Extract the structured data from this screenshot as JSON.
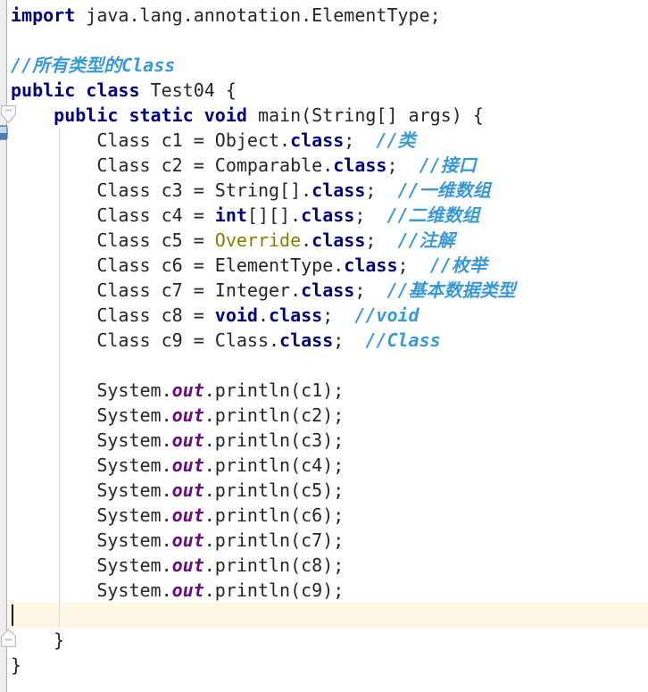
{
  "app": {
    "kind": "code-editor",
    "file_language": "Java"
  },
  "colors": {
    "keyword": "#000080",
    "plain": "#262626",
    "comment": "#3899D4",
    "annotation": "#808000",
    "static_field": "#660E7A",
    "caret_line_bg": "#FCF8E5",
    "editor_bg": "#FFFFFF",
    "gutter_bg": "#EFEFEF",
    "gutter_border": "#B0B0B0",
    "indent_guide": "#D8D8D8"
  },
  "editor": {
    "caret_line_index": 24,
    "caret_column": 0
  },
  "icons": {
    "fold_start": "fold-collapse-down-arrow",
    "fold_end": "fold-collapse-up-arrow",
    "gutter_marker": "blue-gutter-marker"
  },
  "code": {
    "lines": [
      {
        "tokens": [
          {
            "text": "import",
            "style": "kw"
          },
          {
            "text": " java.lang.annotation.ElementType;",
            "style": "pln"
          }
        ]
      },
      {
        "tokens": []
      },
      {
        "tokens": [
          {
            "text": "//所有类型的Class",
            "style": "cmt"
          }
        ]
      },
      {
        "tokens": [
          {
            "text": "public class",
            "style": "kw"
          },
          {
            "text": " Test04 {",
            "style": "pln"
          }
        ]
      },
      {
        "tokens": [
          {
            "text": "    ",
            "style": "pln"
          },
          {
            "text": "public static void",
            "style": "kw"
          },
          {
            "text": " main(String[] args) {",
            "style": "pln"
          }
        ]
      },
      {
        "tokens": [
          {
            "text": "        Class c1 = Object.",
            "style": "pln"
          },
          {
            "text": "class",
            "style": "kw"
          },
          {
            "text": ";  ",
            "style": "pln"
          },
          {
            "text": "//类",
            "style": "cmt"
          }
        ]
      },
      {
        "tokens": [
          {
            "text": "        Class c2 = Comparable.",
            "style": "pln"
          },
          {
            "text": "class",
            "style": "kw"
          },
          {
            "text": ";  ",
            "style": "pln"
          },
          {
            "text": "//接口",
            "style": "cmt"
          }
        ]
      },
      {
        "tokens": [
          {
            "text": "        Class c3 = String[].",
            "style": "pln"
          },
          {
            "text": "class",
            "style": "kw"
          },
          {
            "text": ";  ",
            "style": "pln"
          },
          {
            "text": "//一维数组",
            "style": "cmt"
          }
        ]
      },
      {
        "tokens": [
          {
            "text": "        Class c4 = ",
            "style": "pln"
          },
          {
            "text": "int",
            "style": "kw"
          },
          {
            "text": "[][].",
            "style": "pln"
          },
          {
            "text": "class",
            "style": "kw"
          },
          {
            "text": ";  ",
            "style": "pln"
          },
          {
            "text": "//二维数组",
            "style": "cmt"
          }
        ]
      },
      {
        "tokens": [
          {
            "text": "        Class c5 = ",
            "style": "pln"
          },
          {
            "text": "Override",
            "style": "ann"
          },
          {
            "text": ".",
            "style": "pln"
          },
          {
            "text": "class",
            "style": "kw"
          },
          {
            "text": ";  ",
            "style": "pln"
          },
          {
            "text": "//注解",
            "style": "cmt"
          }
        ]
      },
      {
        "tokens": [
          {
            "text": "        Class c6 = ElementType.",
            "style": "pln"
          },
          {
            "text": "class",
            "style": "kw"
          },
          {
            "text": ";  ",
            "style": "pln"
          },
          {
            "text": "//枚举",
            "style": "cmt"
          }
        ]
      },
      {
        "tokens": [
          {
            "text": "        Class c7 = Integer.",
            "style": "pln"
          },
          {
            "text": "class",
            "style": "kw"
          },
          {
            "text": ";  ",
            "style": "pln"
          },
          {
            "text": "//基本数据类型",
            "style": "cmt"
          }
        ]
      },
      {
        "tokens": [
          {
            "text": "        Class c8 = ",
            "style": "pln"
          },
          {
            "text": "void",
            "style": "kw"
          },
          {
            "text": ".",
            "style": "pln"
          },
          {
            "text": "class",
            "style": "kw"
          },
          {
            "text": ";  ",
            "style": "pln"
          },
          {
            "text": "//void",
            "style": "cmt"
          }
        ]
      },
      {
        "tokens": [
          {
            "text": "        Class c9 = Class.",
            "style": "pln"
          },
          {
            "text": "class",
            "style": "kw"
          },
          {
            "text": ";  ",
            "style": "pln"
          },
          {
            "text": "//Class",
            "style": "cmt"
          }
        ]
      },
      {
        "tokens": []
      },
      {
        "tokens": [
          {
            "text": "        System.",
            "style": "pln"
          },
          {
            "text": "out",
            "style": "fld"
          },
          {
            "text": ".println(c1);",
            "style": "pln"
          }
        ]
      },
      {
        "tokens": [
          {
            "text": "        System.",
            "style": "pln"
          },
          {
            "text": "out",
            "style": "fld"
          },
          {
            "text": ".println(c2);",
            "style": "pln"
          }
        ]
      },
      {
        "tokens": [
          {
            "text": "        System.",
            "style": "pln"
          },
          {
            "text": "out",
            "style": "fld"
          },
          {
            "text": ".println(c3);",
            "style": "pln"
          }
        ]
      },
      {
        "tokens": [
          {
            "text": "        System.",
            "style": "pln"
          },
          {
            "text": "out",
            "style": "fld"
          },
          {
            "text": ".println(c4);",
            "style": "pln"
          }
        ]
      },
      {
        "tokens": [
          {
            "text": "        System.",
            "style": "pln"
          },
          {
            "text": "out",
            "style": "fld"
          },
          {
            "text": ".println(c5);",
            "style": "pln"
          }
        ]
      },
      {
        "tokens": [
          {
            "text": "        System.",
            "style": "pln"
          },
          {
            "text": "out",
            "style": "fld"
          },
          {
            "text": ".println(c6);",
            "style": "pln"
          }
        ]
      },
      {
        "tokens": [
          {
            "text": "        System.",
            "style": "pln"
          },
          {
            "text": "out",
            "style": "fld"
          },
          {
            "text": ".println(c7);",
            "style": "pln"
          }
        ]
      },
      {
        "tokens": [
          {
            "text": "        System.",
            "style": "pln"
          },
          {
            "text": "out",
            "style": "fld"
          },
          {
            "text": ".println(c8);",
            "style": "pln"
          }
        ]
      },
      {
        "tokens": [
          {
            "text": "        System.",
            "style": "pln"
          },
          {
            "text": "out",
            "style": "fld"
          },
          {
            "text": ".println(c9);",
            "style": "pln"
          }
        ]
      },
      {
        "tokens": []
      },
      {
        "tokens": [
          {
            "text": "    }",
            "style": "pln"
          }
        ]
      },
      {
        "tokens": [
          {
            "text": "}",
            "style": "pln"
          }
        ]
      }
    ]
  }
}
